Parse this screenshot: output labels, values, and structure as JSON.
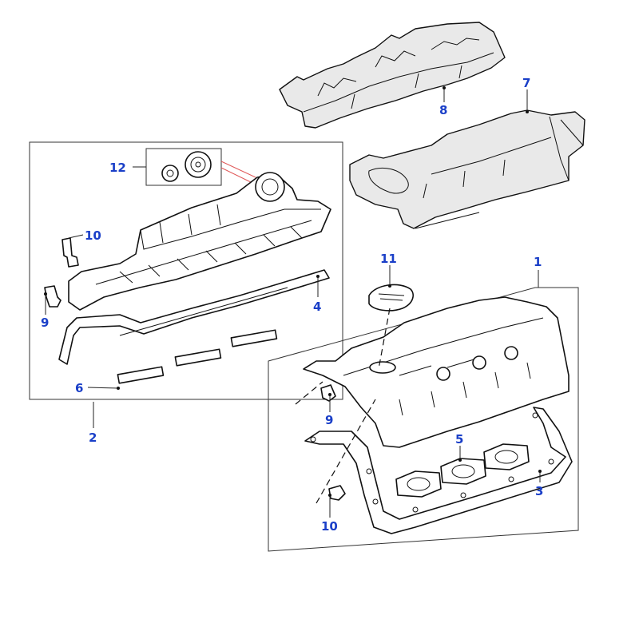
{
  "diagram": {
    "callouts": [
      {
        "id": "c1",
        "label": "1"
      },
      {
        "id": "c2",
        "label": "2"
      },
      {
        "id": "c3",
        "label": "3"
      },
      {
        "id": "c4",
        "label": "4"
      },
      {
        "id": "c5",
        "label": "5"
      },
      {
        "id": "c6",
        "label": "6"
      },
      {
        "id": "c7",
        "label": "7"
      },
      {
        "id": "c8",
        "label": "8"
      },
      {
        "id": "c9a",
        "label": "9"
      },
      {
        "id": "c9b",
        "label": "9"
      },
      {
        "id": "c10a",
        "label": "10"
      },
      {
        "id": "c10b",
        "label": "10"
      },
      {
        "id": "c11",
        "label": "11"
      },
      {
        "id": "c12",
        "label": "12"
      }
    ],
    "colors": {
      "callout_text": "#1a3fc8",
      "line_art": "#111111",
      "cover_fill": "#e9e9e9",
      "highlight_line": "#e05a5a",
      "background": "#ffffff"
    }
  }
}
